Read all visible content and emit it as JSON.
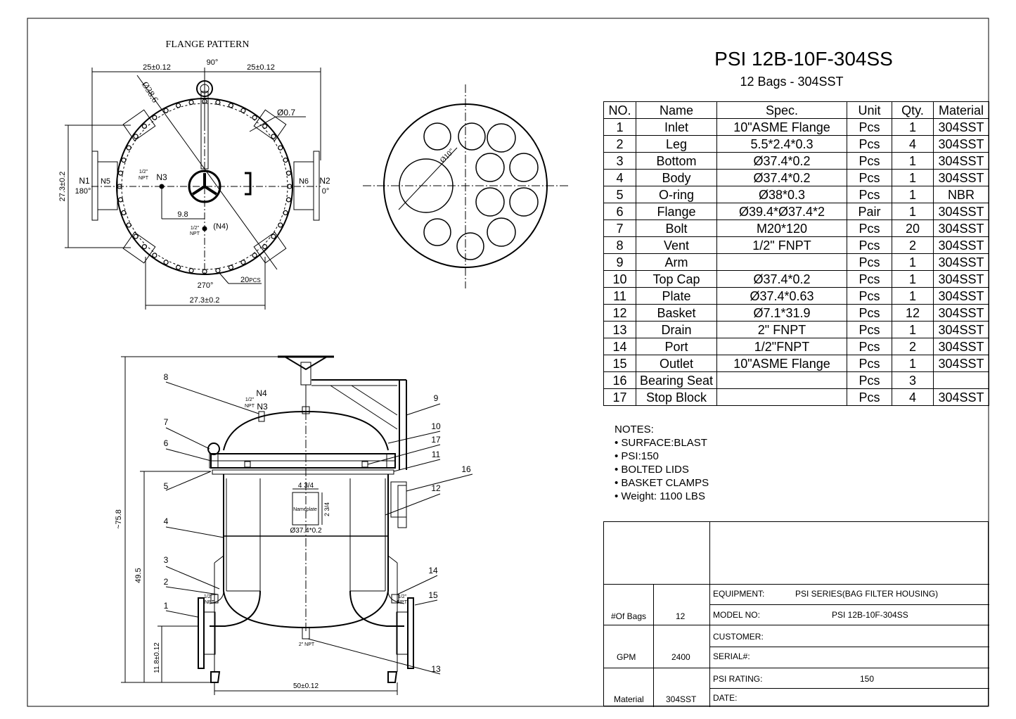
{
  "title": "PSI 12B-10F-304SS",
  "subtitle": "12 Bags - 304SST",
  "flange_pattern": {
    "heading": "FLANGE PATTERN",
    "dims": {
      "left_top": "25±0.12",
      "right_top": "25±0.12",
      "angle_top": "90°",
      "diameter": "Ø38.6",
      "bolt_hole": "Ø0.7",
      "side": "27.3±0.2",
      "bottom": "27.3±0.2",
      "angle_bottom": "270°",
      "bolts": "20",
      "bolts_unit": "PCS",
      "offset": "9.8"
    },
    "labels": {
      "n1": "N1",
      "n1_angle": "180°",
      "n5": "N5",
      "n3": "N3",
      "n3_size_a": "1/2\"",
      "n3_size_b": "NPT",
      "n6": "N6",
      "n2": "N2",
      "n2_angle": "0°",
      "n4": "(N4)",
      "n4_size_a": "1/2\"",
      "n4_size_b": "NPT"
    }
  },
  "plate_view": {
    "hole": "Ø10\""
  },
  "elevation": {
    "dims": {
      "total_height": "~75.8",
      "flange_height": "49.5",
      "outlet_height": "11.8±0.12",
      "leg_span": "50±0.12",
      "body": "Ø37.4*0.2",
      "nameplate_w": "4 3/4",
      "nameplate_h": "2 3/4",
      "nameplate": "Nameplate",
      "drain": "2\" NPT",
      "port_a": "1/2\"",
      "port_b": "NPT",
      "vent_a": "1/2\"",
      "vent_b": "NPT",
      "n4": "N4",
      "n3": "N3"
    },
    "balloons": [
      "1",
      "2",
      "3",
      "4",
      "5",
      "6",
      "7",
      "8",
      "9",
      "10",
      "11",
      "12",
      "13",
      "14",
      "15",
      "16",
      "17"
    ]
  },
  "bom": {
    "headers": [
      "NO.",
      "Name",
      "Spec.",
      "Unit",
      "Qty.",
      "Material"
    ],
    "rows": [
      [
        "1",
        "Inlet",
        "10\"ASME Flange",
        "Pcs",
        "1",
        "304SST"
      ],
      [
        "2",
        "Leg",
        "5.5*2.4*0.3",
        "Pcs",
        "4",
        "304SST"
      ],
      [
        "3",
        "Bottom",
        "Ø37.4*0.2",
        "Pcs",
        "1",
        "304SST"
      ],
      [
        "4",
        "Body",
        "Ø37.4*0.2",
        "Pcs",
        "1",
        "304SST"
      ],
      [
        "5",
        "O-ring",
        "Ø38*0.3",
        "Pcs",
        "1",
        "NBR"
      ],
      [
        "6",
        "Flange",
        "Ø39.4*Ø37.4*2",
        "Pair",
        "1",
        "304SST"
      ],
      [
        "7",
        "Bolt",
        "M20*120",
        "Pcs",
        "20",
        "304SST"
      ],
      [
        "8",
        "Vent",
        "1/2\" FNPT",
        "Pcs",
        "2",
        "304SST"
      ],
      [
        "9",
        "Arm",
        "",
        "Pcs",
        "1",
        "304SST"
      ],
      [
        "10",
        "Top Cap",
        "Ø37.4*0.2",
        "Pcs",
        "1",
        "304SST"
      ],
      [
        "11",
        "Plate",
        "Ø37.4*0.63",
        "Pcs",
        "1",
        "304SST"
      ],
      [
        "12",
        "Basket",
        "Ø7.1*31.9",
        "Pcs",
        "12",
        "304SST"
      ],
      [
        "13",
        "Drain",
        "2\" FNPT",
        "Pcs",
        "1",
        "304SST"
      ],
      [
        "14",
        "Port",
        "1/2\"FNPT",
        "Pcs",
        "2",
        "304SST"
      ],
      [
        "15",
        "Outlet",
        "10\"ASME Flange",
        "Pcs",
        "1",
        "304SST"
      ],
      [
        "16",
        "Bearing Seat",
        "",
        "Pcs",
        "3",
        ""
      ],
      [
        "17",
        "Stop Block",
        "",
        "Pcs",
        "4",
        "304SST"
      ]
    ]
  },
  "notes": {
    "heading": "NOTES:",
    "items": [
      "•  SURFACE:BLAST",
      "•  PSI:150",
      "•  BOLTED LIDS",
      "•  BASKET CLAMPS",
      "• Weight: 1100 LBS"
    ]
  },
  "title_block": {
    "equipment_label": "EQUIPMENT:",
    "equipment_value": "PSI SERIES(BAG FILTER HOUSING)",
    "model_label": "MODEL NO:",
    "model_value": "PSI 12B-10F-304SS",
    "customer_label": "CUSTOMER:",
    "serial_label": "SERIAL#:",
    "psi_label": "PSI RATING:",
    "psi_value": "150",
    "date_label": "DATE:",
    "bags_label": "#Of Bags",
    "bags_value": "12",
    "gpm_label": "GPM",
    "gpm_value": "2400",
    "material_label": "Material",
    "material_value": "304SST"
  }
}
